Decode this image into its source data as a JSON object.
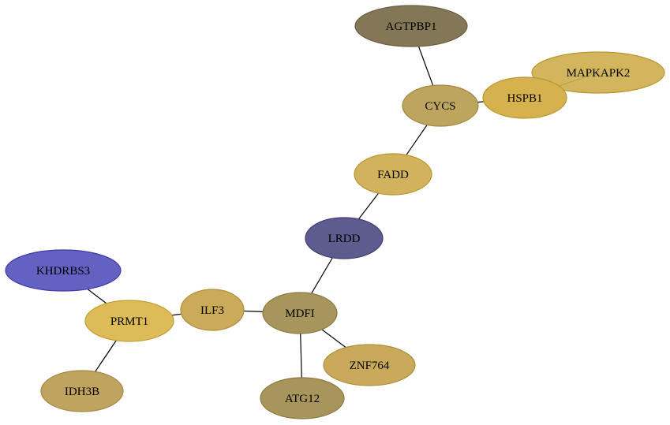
{
  "diagram": {
    "nodes": [
      {
        "id": "AGTPBP1",
        "label": "AGTPBP1",
        "fill": "#837758",
        "stroke": "#6b5f42"
      },
      {
        "id": "MAPKAPK2",
        "label": "MAPKAPK2",
        "fill": "#cfaf4f",
        "stroke": "#b8962f"
      },
      {
        "id": "HSPB1",
        "label": "HSPB1",
        "fill": "#d6b24e",
        "stroke": "#b8962f"
      },
      {
        "id": "CYCS",
        "label": "CYCS",
        "fill": "#bea55f",
        "stroke": "#a08840"
      },
      {
        "id": "FADD",
        "label": "FADD",
        "fill": "#d2b25c",
        "stroke": "#b8962f"
      },
      {
        "id": "LRDD",
        "label": "LRDD",
        "fill": "#5e5b8e",
        "stroke": "#3e3b72"
      },
      {
        "id": "KHDRBS3",
        "label": "KHDRBS3",
        "fill": "#6361c2",
        "stroke": "#3e3ca6"
      },
      {
        "id": "PRMT1",
        "label": "PRMT1",
        "fill": "#dcbb58",
        "stroke": "#c09e36"
      },
      {
        "id": "ILF3",
        "label": "ILF3",
        "fill": "#c9ab59",
        "stroke": "#ad8f3a"
      },
      {
        "id": "MDFI",
        "label": "MDFI",
        "fill": "#a8955c",
        "stroke": "#8c7a40"
      },
      {
        "id": "ZNF764",
        "label": "ZNF764",
        "fill": "#c9aa5c",
        "stroke": "#ad8f3a"
      },
      {
        "id": "IDH3B",
        "label": "IDH3B",
        "fill": "#bfa45f",
        "stroke": "#a38840"
      },
      {
        "id": "ATG12",
        "label": "ATG12",
        "fill": "#a8955c",
        "stroke": "#8c7a40"
      }
    ],
    "edges": [
      [
        "AGTPBP1",
        "CYCS"
      ],
      [
        "CYCS",
        "HSPB1"
      ],
      [
        "HSPB1",
        "MAPKAPK2"
      ],
      [
        "CYCS",
        "FADD"
      ],
      [
        "FADD",
        "LRDD"
      ],
      [
        "LRDD",
        "MDFI"
      ],
      [
        "KHDRBS3",
        "PRMT1"
      ],
      [
        "PRMT1",
        "ILF3"
      ],
      [
        "PRMT1",
        "IDH3B"
      ],
      [
        "ILF3",
        "MDFI"
      ],
      [
        "MDFI",
        "ZNF764"
      ],
      [
        "MDFI",
        "ATG12"
      ]
    ]
  }
}
